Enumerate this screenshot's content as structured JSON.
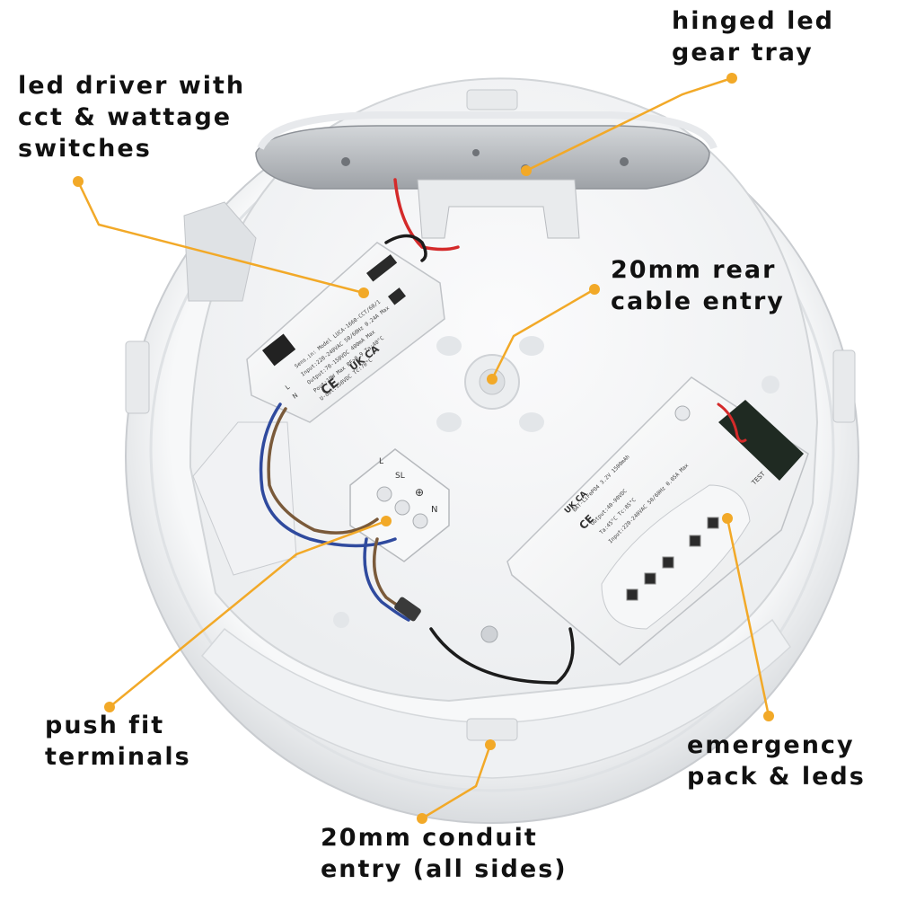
{
  "colors": {
    "accent": "#f2a928",
    "housing": "#f4f5f6",
    "gear_tray": "#b9bcc0",
    "wire_live": "#7a5a3a",
    "wire_neutral": "#2f4a9e",
    "wire_red": "#d42a2a",
    "wire_black": "#1c1c1c"
  },
  "callouts": {
    "gear_tray": {
      "lines": [
        "hinged led",
        "gear tray"
      ]
    },
    "led_driver": {
      "lines": [
        "led driver with",
        "cct & wattage",
        "switches"
      ]
    },
    "rear_entry": {
      "lines": [
        "20mm rear",
        "cable entry"
      ]
    },
    "terminals": {
      "lines": [
        "push fit",
        "terminals"
      ]
    },
    "emergency": {
      "lines": [
        "emergency",
        "pack & leds"
      ]
    },
    "conduit": {
      "lines": [
        "20mm conduit",
        "entry (all sides)"
      ]
    }
  },
  "driver_text": {
    "model": "Sens.in: Model LUCA-1660-CCT/60/1",
    "input": "Input:220-240VAC 50/60Hz 0.24A Max",
    "output": "Output:70-150VDC 400mA Max",
    "power": "Pout:10W Max PF>0.9 Ta:40°C",
    "tc": "U-out:150VDC Tc:70°C",
    "marks": [
      "CE",
      "UK CA"
    ],
    "terminals": [
      "L",
      "N"
    ]
  },
  "block_terminals": [
    "⊕",
    "N",
    "SL",
    "L"
  ],
  "pack_text": {
    "battery": "BAT-LiFePO4 3.2V 1500mAh",
    "lines": [
      "Output:40-90VDC",
      "Ta:45°C Tc:85°C",
      "Input:220-240VAC 50/60Hz 0.05A Max"
    ],
    "marks": [
      "CE",
      "UK CA"
    ],
    "test_label": "TEST"
  }
}
